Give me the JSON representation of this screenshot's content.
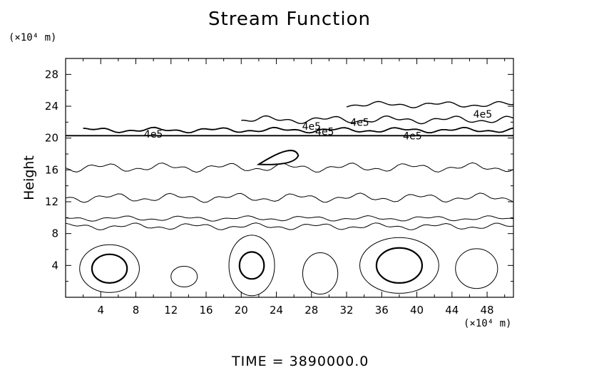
{
  "chart_data": {
    "type": "contour",
    "title": "Stream Function",
    "ylabel": "Height",
    "y_unit": "(×10⁴ m)",
    "x_unit": "(×10⁴ m)",
    "footer": "TIME  =  3890000.0",
    "xlim": [
      0,
      51
    ],
    "ylim": [
      0,
      30
    ],
    "x_ticks": [
      "4",
      "8",
      "12",
      "16",
      "20",
      "24",
      "28",
      "32",
      "36",
      "40",
      "44",
      "48"
    ],
    "y_ticks": [
      "4",
      "8",
      "12",
      "16",
      "20",
      "24",
      "28"
    ],
    "contour_labels": [
      "4e5",
      "4e5",
      "4e5",
      "4e5",
      "4e5",
      "4e5"
    ],
    "reference_line_y": 20.3,
    "closed_cells": [
      {
        "cx": 5.0,
        "cy": 3.6,
        "rx": 3.4,
        "ry": 3.0,
        "inner_rx": 2.0,
        "inner_ry": 1.8
      },
      {
        "cx": 13.5,
        "cy": 2.6,
        "rx": 1.5,
        "ry": 1.3
      },
      {
        "cx": 21.2,
        "cy": 4.0,
        "rx": 2.6,
        "ry": 3.8,
        "inner_rx": 1.4,
        "inner_ry": 1.7
      },
      {
        "cx": 29.0,
        "cy": 3.0,
        "rx": 2.0,
        "ry": 2.6
      },
      {
        "cx": 38.0,
        "cy": 4.0,
        "rx": 4.5,
        "ry": 3.5,
        "inner_rx": 2.6,
        "inner_ry": 2.2
      },
      {
        "cx": 46.8,
        "cy": 3.6,
        "rx": 2.4,
        "ry": 2.5
      }
    ]
  }
}
